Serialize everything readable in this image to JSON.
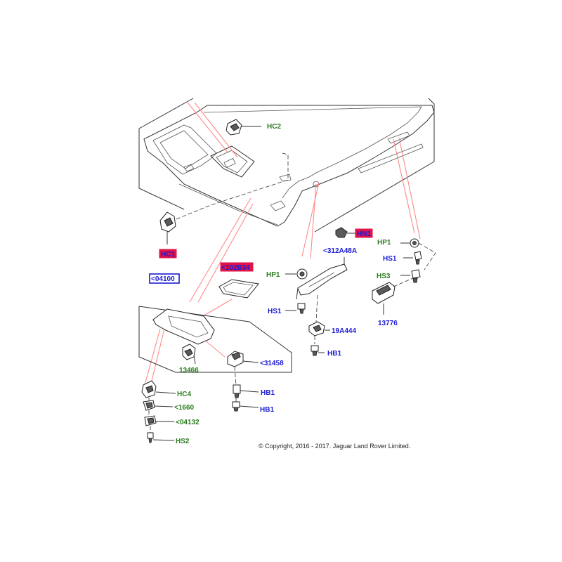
{
  "copyright": "© Copyright, 2016 - 2017. Jaguar Land Rover Limited.",
  "colors": {
    "label_green": "#2a7a1e",
    "label_blue": "#1a1ad4",
    "highlight_red": "#e0134a",
    "leader_line": "#ff8a8a"
  },
  "labels": {
    "hc2": "HC2",
    "hc1": "HC1",
    "hn1": "HN1",
    "hp1_right": "HP1",
    "hs1_right": "HS1",
    "hs3": "HS3",
    "p13776": "13776",
    "p312a48a": "<312A48A",
    "hp1_mid": "HP1",
    "hs1_mid": "HS1",
    "p19a444": "19A444",
    "hb1_mid": "HB1",
    "p102b34": "<102B34",
    "p04100": "<04100",
    "p13466": "13466",
    "p31458": "<31458",
    "hb1_a": "HB1",
    "hb1_b": "HB1",
    "hc4": "HC4",
    "p1660": "<1660",
    "p04132": "<04132",
    "hs2": "HS2"
  }
}
